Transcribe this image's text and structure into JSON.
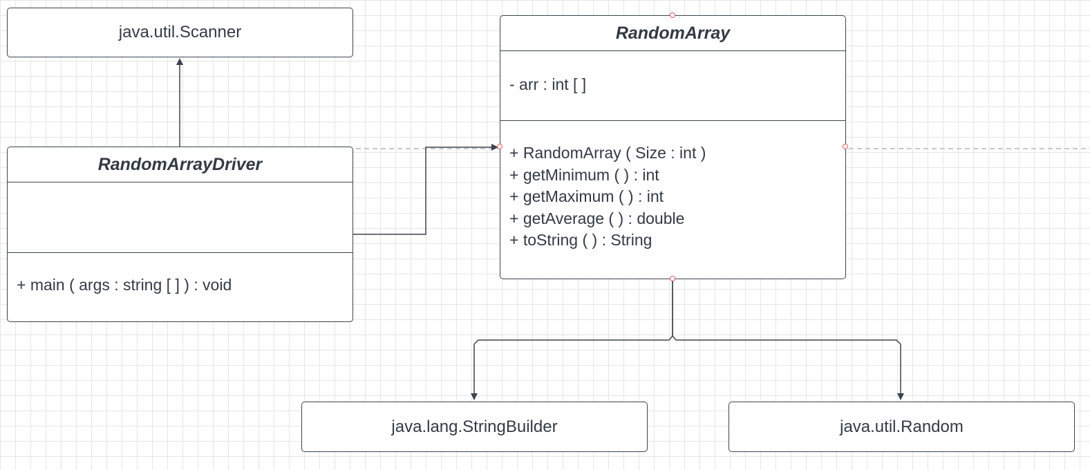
{
  "diagram": {
    "scanner": {
      "label": "java.util.Scanner"
    },
    "driver": {
      "name": "RandomArrayDriver",
      "attributes": [],
      "methods": [
        "+ main ( args : string [ ] ) : void"
      ]
    },
    "random_array": {
      "name": "RandomArray",
      "attributes": [
        "- arr : int [ ]"
      ],
      "methods": [
        "+ RandomArray ( Size : int )",
        "+ getMinimum ( ) : int",
        "+ getMaximum ( ) : int",
        "+ getAverage ( ) : double",
        "+ toString ( ) : String"
      ]
    },
    "string_builder": {
      "label": "java.lang.StringBuilder"
    },
    "util_random": {
      "label": "java.util.Random"
    }
  },
  "colors": {
    "stroke": "#3c434d",
    "text": "#333a44",
    "grid": "#e6e6e6",
    "handle": "#e05a63",
    "guide": "#c8c8c8"
  }
}
